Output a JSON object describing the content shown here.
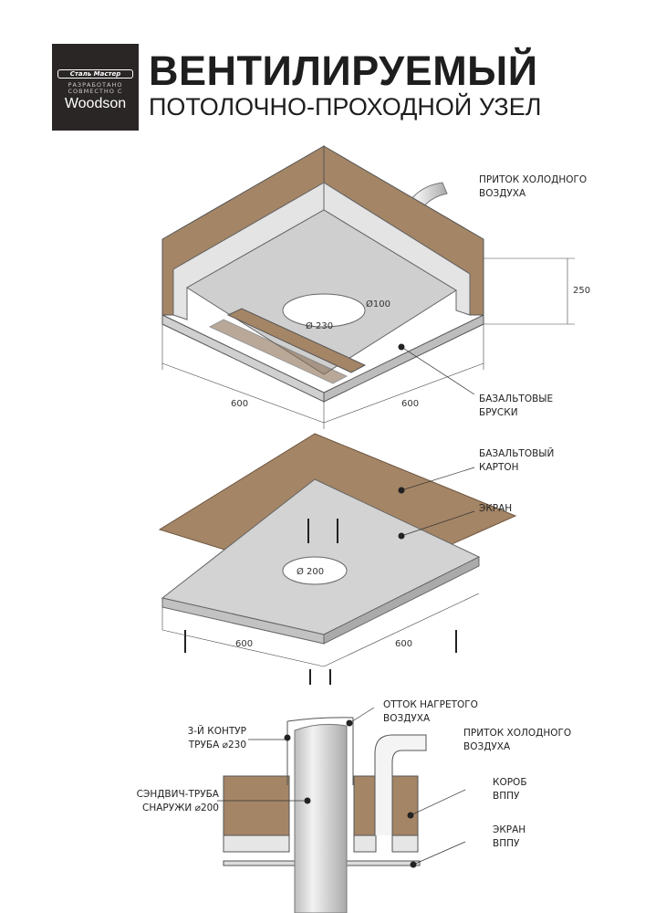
{
  "logo": {
    "brand": "Сталь Мастер",
    "developed": "РАЗРАБОТАНО СОВМЕСТНО С",
    "partner": "Woodson"
  },
  "header": {
    "title": "ВЕНТИЛИРУЕМЫЙ",
    "subtitle": "ПОТОЛОЧНО-ПРОХОДНОЙ УЗЕЛ"
  },
  "diagram1": {
    "inflow_1": "ПРИТОК ХОЛОДНОГО",
    "inflow_2": "ВОЗДУХА",
    "height": "250",
    "d_small": "Ø100",
    "d_hole": "Ø 230",
    "width_left": "600",
    "width_right": "600",
    "bars_1": "БАЗАЛЬТОВЫЕ",
    "bars_2": "БРУСКИ"
  },
  "diagram2": {
    "card_1": "БАЗАЛЬТОВЫЙ",
    "card_2": "КАРТОН",
    "screen": "ЭКРАН",
    "d_hole": "Ø 200",
    "width_left": "600",
    "width_right": "600"
  },
  "diagram3": {
    "outflow_1": "ОТТОК НАГРЕТОГО",
    "outflow_2": "ВОЗДУХА",
    "inflow_1": "ПРИТОК ХОЛОДНОГО",
    "inflow_2": "ВОЗДУХА",
    "contour_1": "3-Й КОНТУР",
    "contour_2": "ТРУБА ⌀230",
    "sandwich_1": "СЭНДВИЧ-ТРУБА",
    "sandwich_2": "СНАРУЖИ ⌀200",
    "box_1": "КОРОБ",
    "box_2": "ВППУ",
    "screen_1": "ЭКРАН",
    "screen_2": "ВППУ"
  },
  "colors": {
    "brown": "#a48566",
    "gray": "#d9d9d9",
    "dark": "#2a2626"
  }
}
